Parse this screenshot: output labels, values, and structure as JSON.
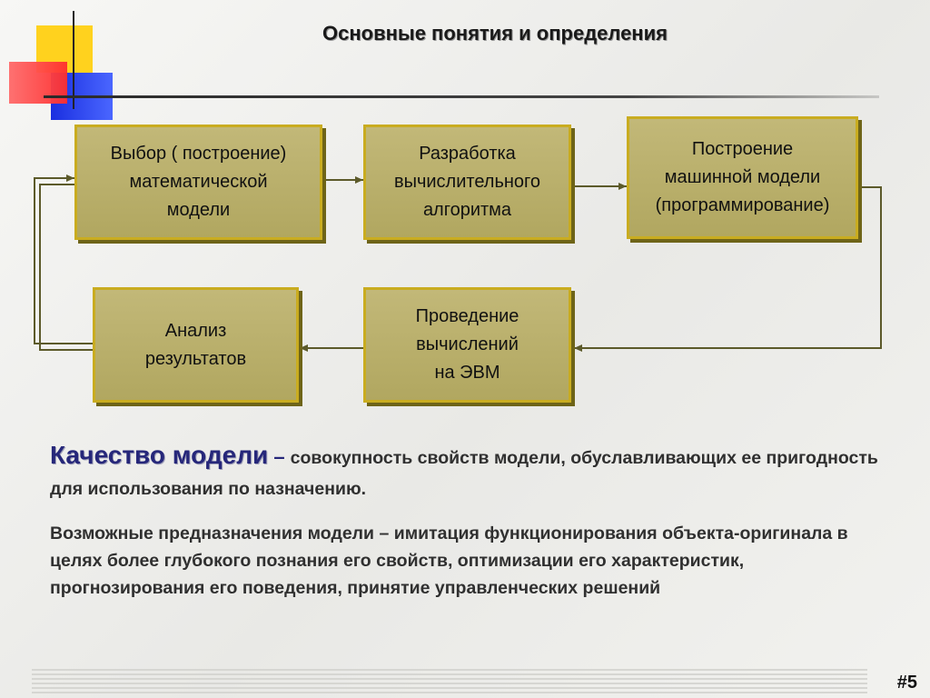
{
  "title": "Основные понятия и определения",
  "boxes": {
    "choice": [
      "Выбор  ( построение)",
      "математической",
      "модели"
    ],
    "algorithm": [
      "Разработка",
      "вычислительного",
      "алгоритма"
    ],
    "machine": [
      "Построение",
      "машинной модели",
      "(программирование)"
    ],
    "analysis": [
      "Анализ",
      "результатов"
    ],
    "computation": [
      "Проведение",
      "вычислений",
      "на ЭВМ"
    ]
  },
  "quality": {
    "term": "Качество модели",
    "dash": " – ",
    "definition": "совокупность свойств модели, обуславливающих ее пригодность для использования по назначению."
  },
  "purposes": "Возможные предназначения модели – имитация функционирования объекта-оригинала в целях более глубокого познания его свойств, оптимизации его характеристик, прогнозирования его поведения, принятие управленческих решений",
  "slide_number": "#5",
  "colors": {
    "box_fill": "#b8ae68",
    "box_border": "#c9ac20",
    "arrow": "#5c5a2a",
    "term": "#26277a"
  }
}
